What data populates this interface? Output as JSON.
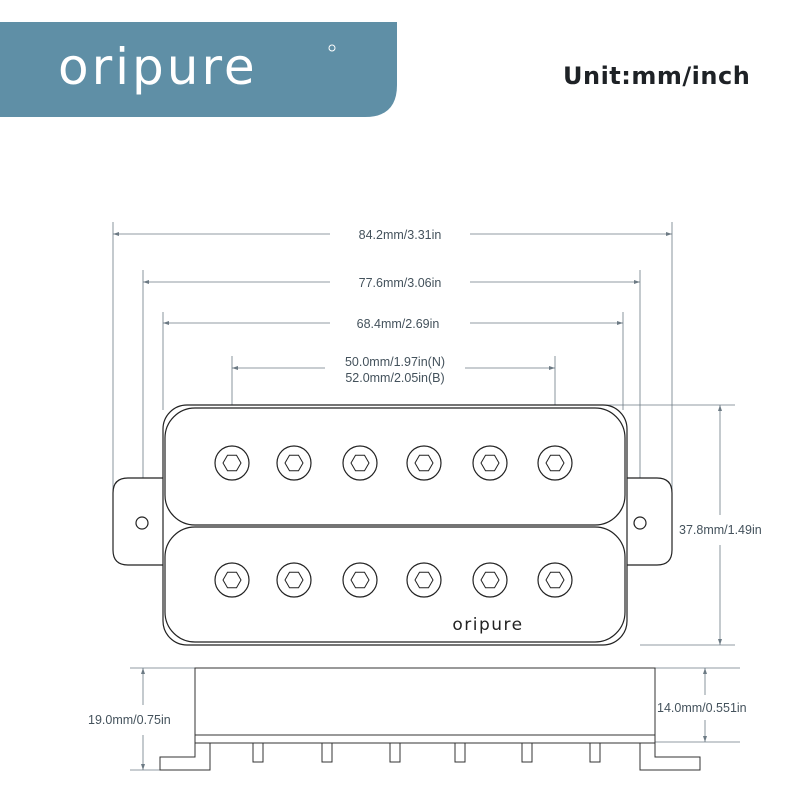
{
  "brand": {
    "logo_text": "oripure",
    "banner_color": "#5f8fa6"
  },
  "unit_label": "Unit:mm/inch",
  "dimensions": {
    "overall_width": "84.2mm/3.31in",
    "ear_hole_spacing": "77.6mm/3.06in",
    "cover_width": "68.4mm/2.69in",
    "pole_spacing_neck": "50.0mm/1.97in(N)",
    "pole_spacing_bridge": "52.0mm/2.05in(B)",
    "cover_length": "37.8mm/1.49in",
    "total_height": "19.0mm/0.75in",
    "cover_height": "14.0mm/0.551in"
  },
  "cover_logo": "oripure"
}
